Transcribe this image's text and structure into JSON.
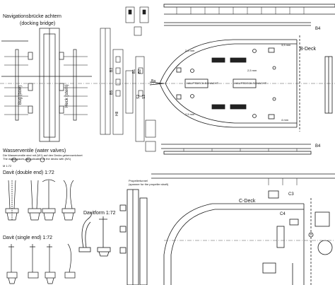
{
  "sections": {
    "navigation_bridge": {
      "title": "Navigationsbrücke achtern",
      "subtitle": "(docking bridge)",
      "side_left": "Bug (bow)",
      "side_right": "Heck (stern)"
    },
    "water_valves": {
      "title": "Wasserventile (water valves)",
      "note_de": "Die Wasserventile sind mit (W1) auf den Decks gekennzeichnet",
      "note_en": "The waterspaces are indicated on the decks with (W1)",
      "scale": "M 1:72"
    },
    "davit_double": {
      "title": "Davit (double end) 1:72"
    },
    "davit_single": {
      "title": "Davit (single end) 1:72"
    },
    "davit_form": {
      "title": "Davitform 1:72"
    },
    "b_deck": {
      "title": "B-Deck"
    },
    "c_deck": {
      "title": "C-Deck"
    },
    "propeller_tunnel": {
      "title": "Propellertunnel",
      "subtitle": "(spanner for the propeller shaft)"
    }
  },
  "labels": {
    "b4_top": "B4",
    "b4_bottom": "B4",
    "c3": "C3",
    "c4": "C4",
    "b1": "B1",
    "b2": "B2",
    "s2": "S2",
    "s3": "S3",
    "b3": "B3",
    "b5": "B5",
    "h8": "H8",
    "ba": "Ba",
    "dim_25mm_1": "2,5 mm",
    "dim_25mm_2": "2,5 mm",
    "dim_25mm_3": "2,5 mm",
    "dim_35mm": "3,5 mm",
    "dim_4mm": "4 mm"
  },
  "hatch_labels": [
    "HAUPTDECK SCHACHT",
    "HAUPTDECK SCHACHT"
  ],
  "colors": {
    "line": "#1a1a1a",
    "background": "#ffffff",
    "centerline": "#555555"
  }
}
